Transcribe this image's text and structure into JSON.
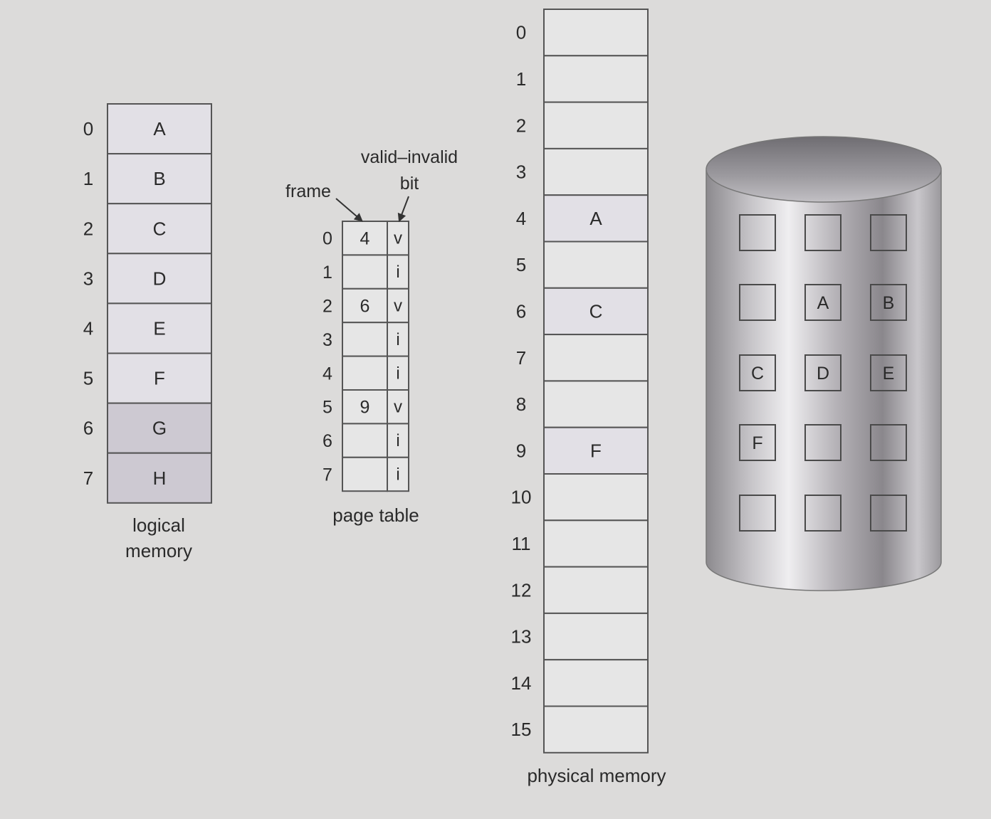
{
  "logical_memory": {
    "caption_line1": "logical",
    "caption_line2": "memory",
    "pages": [
      {
        "index": "0",
        "label": "A"
      },
      {
        "index": "1",
        "label": "B"
      },
      {
        "index": "2",
        "label": "C"
      },
      {
        "index": "3",
        "label": "D"
      },
      {
        "index": "4",
        "label": "E"
      },
      {
        "index": "5",
        "label": "F"
      },
      {
        "index": "6",
        "label": "G"
      },
      {
        "index": "7",
        "label": "H"
      }
    ]
  },
  "page_table": {
    "caption": "page table",
    "frame_label": "frame",
    "valid_label_line1": "valid–invalid",
    "valid_label_line2": "bit",
    "entries": [
      {
        "index": "0",
        "frame": "4",
        "bit": "v"
      },
      {
        "index": "1",
        "frame": "",
        "bit": "i"
      },
      {
        "index": "2",
        "frame": "6",
        "bit": "v"
      },
      {
        "index": "3",
        "frame": "",
        "bit": "i"
      },
      {
        "index": "4",
        "frame": "",
        "bit": "i"
      },
      {
        "index": "5",
        "frame": "9",
        "bit": "v"
      },
      {
        "index": "6",
        "frame": "",
        "bit": "i"
      },
      {
        "index": "7",
        "frame": "",
        "bit": "i"
      }
    ]
  },
  "physical_memory": {
    "caption": "physical memory",
    "frames": [
      {
        "index": "0",
        "label": ""
      },
      {
        "index": "1",
        "label": ""
      },
      {
        "index": "2",
        "label": ""
      },
      {
        "index": "3",
        "label": ""
      },
      {
        "index": "4",
        "label": "A"
      },
      {
        "index": "5",
        "label": ""
      },
      {
        "index": "6",
        "label": "C"
      },
      {
        "index": "7",
        "label": ""
      },
      {
        "index": "8",
        "label": ""
      },
      {
        "index": "9",
        "label": "F"
      },
      {
        "index": "10",
        "label": ""
      },
      {
        "index": "11",
        "label": ""
      },
      {
        "index": "12",
        "label": ""
      },
      {
        "index": "13",
        "label": ""
      },
      {
        "index": "14",
        "label": ""
      },
      {
        "index": "15",
        "label": ""
      }
    ]
  },
  "backing_store": {
    "grid": [
      [
        "",
        "",
        ""
      ],
      [
        "",
        "A",
        "B"
      ],
      [
        "C",
        "D",
        "E"
      ],
      [
        "F",
        "",
        ""
      ],
      [
        "",
        "",
        ""
      ]
    ]
  },
  "colors": {
    "background": "#dcdbda",
    "cell_light": "#e2e0e6",
    "cell_dark": "#cdc9d2",
    "cell_white": "#e6e6e6",
    "stroke": "#555555"
  }
}
